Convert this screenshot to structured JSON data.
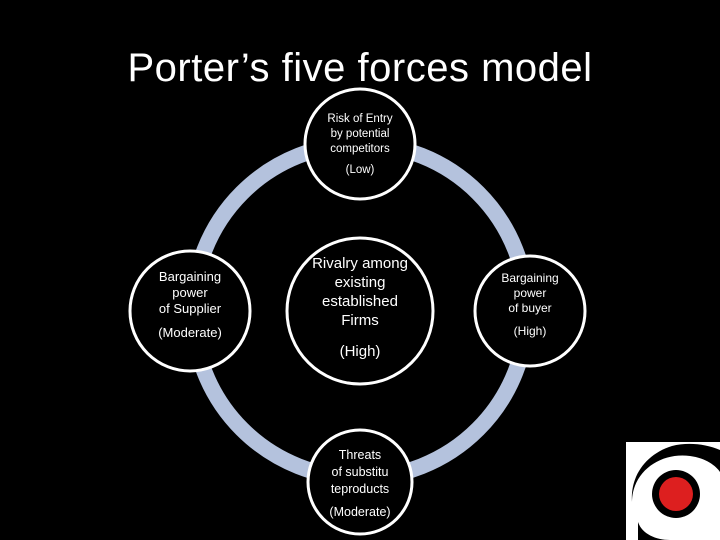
{
  "title": "Porter’s five forces model",
  "colors": {
    "background": "#000000",
    "ring": "#b4c2dd",
    "node_fill": "#000000",
    "node_border": "#ffffff",
    "text": "#ffffff",
    "logo_red": "#dd1f1f"
  },
  "forces": {
    "top": {
      "label_lines": [
        "Risk of Entry",
        "by potential",
        "competitors"
      ],
      "level": "(Low)"
    },
    "left": {
      "label_lines": [
        "Bargaining",
        "power",
        "of Supplier"
      ],
      "level": "(Moderate)"
    },
    "center": {
      "label_lines": [
        "Rivalry among",
        "existing",
        "established",
        "Firms"
      ],
      "level": "(High)"
    },
    "right": {
      "label_lines": [
        "Bargaining",
        "power",
        "of buyer"
      ],
      "level": "(High)"
    },
    "bottom": {
      "label_lines": [
        "Threats",
        "of substitu",
        "teproducts"
      ],
      "level": "(Moderate)"
    }
  },
  "logo": {
    "icon": "swirl-logo-icon"
  }
}
